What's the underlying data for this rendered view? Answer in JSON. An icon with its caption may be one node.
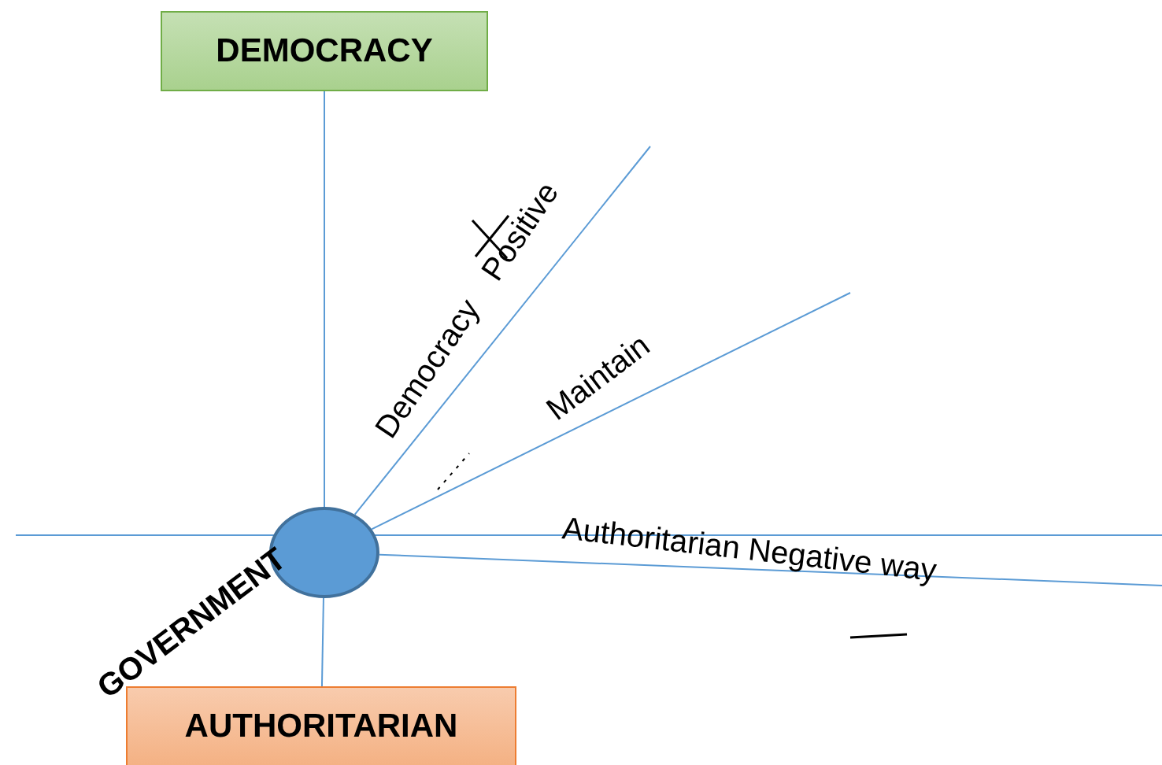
{
  "diagram": {
    "nodes": [
      {
        "text": [
          "DEMOCRACY"
        ]
      },
      {
        "text": [
          "GOVERNMENT"
        ]
      },
      {
        "text": [
          "AUTHORITARIAN"
        ]
      }
    ],
    "edges": [
      {
        "from": 0,
        "to": 1,
        "arrow": "none"
      },
      {
        "from": 1,
        "to": 2,
        "arrow": "none"
      },
      {
        "from": 1,
        "to": null,
        "arrow": "none",
        "label": "Democracy Positive"
      },
      {
        "from": 1,
        "to": null,
        "arrow": "none",
        "label": "Maintain"
      },
      {
        "from": 1,
        "to": null,
        "arrow": "none",
        "label": "Authoritarian Negative way"
      }
    ]
  }
}
